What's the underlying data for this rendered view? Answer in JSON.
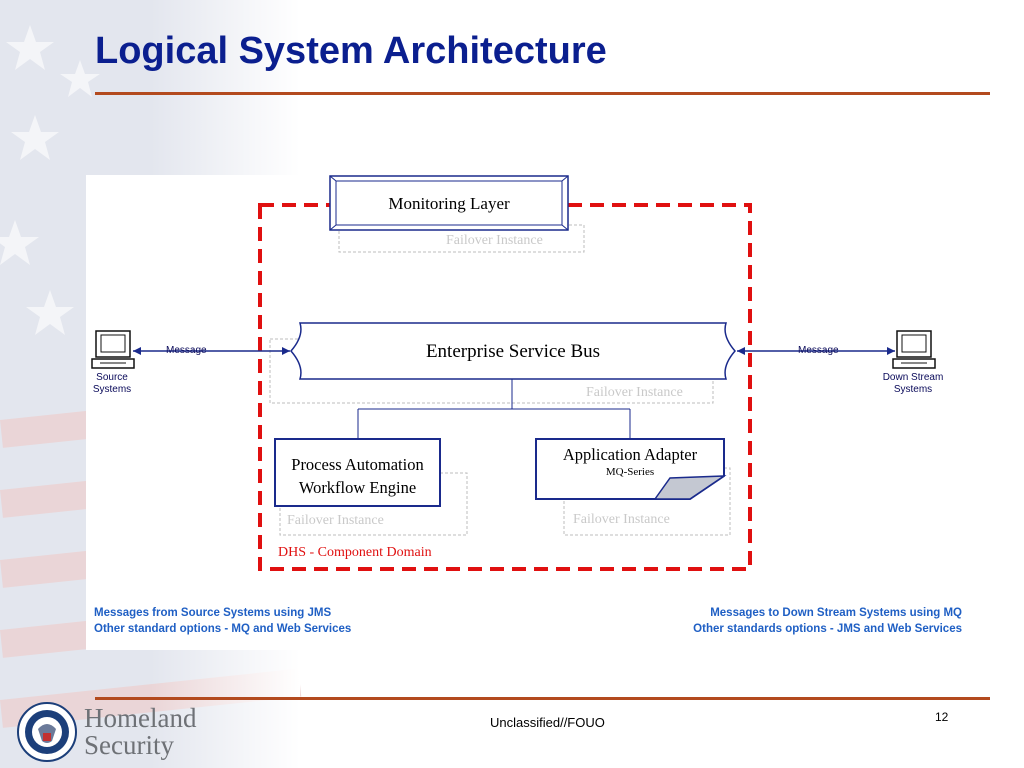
{
  "slide": {
    "title": "Logical System Architecture",
    "page_number": "12",
    "classification": "Unclassified//FOUO"
  },
  "diagram": {
    "monitoring_layer": "Monitoring Layer",
    "esb": "Enterprise Service Bus",
    "process_automation_line1": "Process Automation",
    "process_automation_line2": "Workflow Engine",
    "app_adapter": "Application Adapter",
    "app_adapter_sub": "MQ-Series",
    "failover": "Failover Instance",
    "domain_label": "DHS - Component Domain",
    "message_left": "Message",
    "message_right": "Message",
    "source_line1": "Source",
    "source_line2": "Systems",
    "down_line1": "Down Stream",
    "down_line2": "Systems"
  },
  "notes": {
    "left_line1": "Messages from Source Systems using JMS",
    "left_line2": "Other standard options - MQ and Web Services",
    "right_line1": "Messages to Down Stream Systems using MQ",
    "right_line2": "Other standards options - JMS and Web Services"
  },
  "logo": {
    "line1": "Homeland",
    "line2": "Security"
  },
  "colors": {
    "title": "#0b1f8f",
    "rule": "#b34a1e",
    "domain_border": "#e01010",
    "box_border": "#1a2a8c",
    "notes": "#1f5fc4"
  }
}
